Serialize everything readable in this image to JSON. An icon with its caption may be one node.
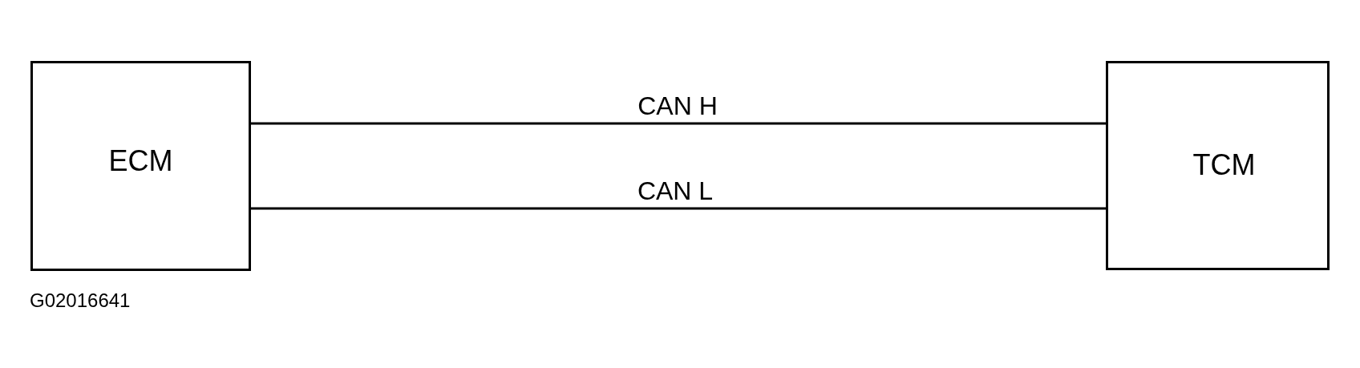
{
  "diagram": {
    "nodes": [
      {
        "text": [
          "ECM"
        ]
      },
      {
        "text": [
          "TCM"
        ]
      }
    ],
    "edges": [
      {
        "from": 0,
        "to": 1,
        "arrow": "none",
        "label": "CAN H"
      },
      {
        "from": 0,
        "to": 1,
        "arrow": "none",
        "label": "CAN L"
      }
    ],
    "labels": [
      "G02016641"
    ]
  }
}
